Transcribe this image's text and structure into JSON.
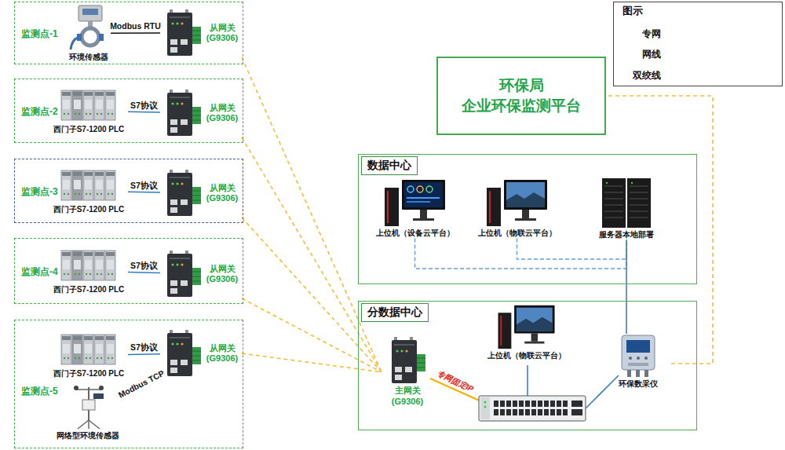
{
  "diagram": {
    "nodes": [
      {
        "text": [
          "监测点-1"
        ]
      },
      {
        "text": [
          "环境传感器"
        ],
        "in": 0
      },
      {
        "text": [
          "从网关 (G9306)"
        ],
        "in": 0
      },
      {
        "text": [
          "监测点-2"
        ]
      },
      {
        "text": [
          "西门子S7-1200 PLC"
        ],
        "in": 3
      },
      {
        "text": [
          "从网关 (G9306)"
        ],
        "in": 3
      },
      {
        "text": [
          "监测点-3"
        ]
      },
      {
        "text": [
          "西门子S7-1200 PLC"
        ],
        "in": 6
      },
      {
        "text": [
          "从网关 (G9306)"
        ],
        "in": 6
      },
      {
        "text": [
          "监测点-4"
        ]
      },
      {
        "text": [
          "西门子S7-1200 PLC"
        ],
        "in": 9
      },
      {
        "text": [
          "从网关 (G9306)"
        ],
        "in": 9
      },
      {
        "text": [
          "监测点-5"
        ]
      },
      {
        "text": [
          "西门子S7-1200 PLC"
        ],
        "in": 12
      },
      {
        "text": [
          "网络型环境传感器"
        ],
        "in": 12
      },
      {
        "text": [
          "从网关 (G9306)"
        ],
        "in": 12
      },
      {
        "text": [
          "环保局",
          "企业环保监测平台"
        ]
      },
      {
        "text": [
          "数据中心"
        ]
      },
      {
        "text": [
          "上位机（设备云平台）"
        ],
        "in": 17
      },
      {
        "text": [
          "上位机（物联云平台）"
        ],
        "in": 17
      },
      {
        "text": [
          "服务器本地部署"
        ],
        "in": 17
      },
      {
        "text": [
          "分数据中心"
        ]
      },
      {
        "text": [
          "主网关 (G9306)"
        ],
        "in": 21
      },
      {
        "text": [
          "上位机（物联云平台）"
        ],
        "in": 21
      },
      {
        "text": [
          "环保数采仪"
        ],
        "in": 21
      }
    ],
    "edges": [
      {
        "from": 1,
        "to": 2,
        "label": "Modbus RTU",
        "arrow": "none"
      },
      {
        "from": 4,
        "to": 5,
        "label": "S7协议",
        "arrow": "none"
      },
      {
        "from": 7,
        "to": 8,
        "label": "S7协议",
        "arrow": "none"
      },
      {
        "from": 10,
        "to": 11,
        "label": "S7协议",
        "arrow": "none"
      },
      {
        "from": 13,
        "to": 15,
        "label": "S7协议",
        "arrow": "none"
      },
      {
        "from": 14,
        "to": 15,
        "label": "Modbus TCP",
        "arrow": "none"
      },
      {
        "from": 2,
        "to": 22,
        "arrow": "none"
      },
      {
        "from": 5,
        "to": 22,
        "arrow": "none"
      },
      {
        "from": 8,
        "to": 22,
        "arrow": "none"
      },
      {
        "from": 11,
        "to": 22,
        "arrow": "none"
      },
      {
        "from": 15,
        "to": 22,
        "arrow": "none"
      },
      {
        "from": 18,
        "to": 20,
        "arrow": "none"
      },
      {
        "from": 19,
        "to": 20,
        "arrow": "none"
      },
      {
        "from": 20,
        "to": 24,
        "arrow": "none"
      },
      {
        "from": 24,
        "to": 16,
        "arrow": "none"
      }
    ],
    "labels": [
      "图示",
      "专网固定IP"
    ],
    "legend": [
      {
        "text": "专网"
      },
      {
        "text": "网线"
      },
      {
        "text": "双绞线"
      }
    ]
  }
}
